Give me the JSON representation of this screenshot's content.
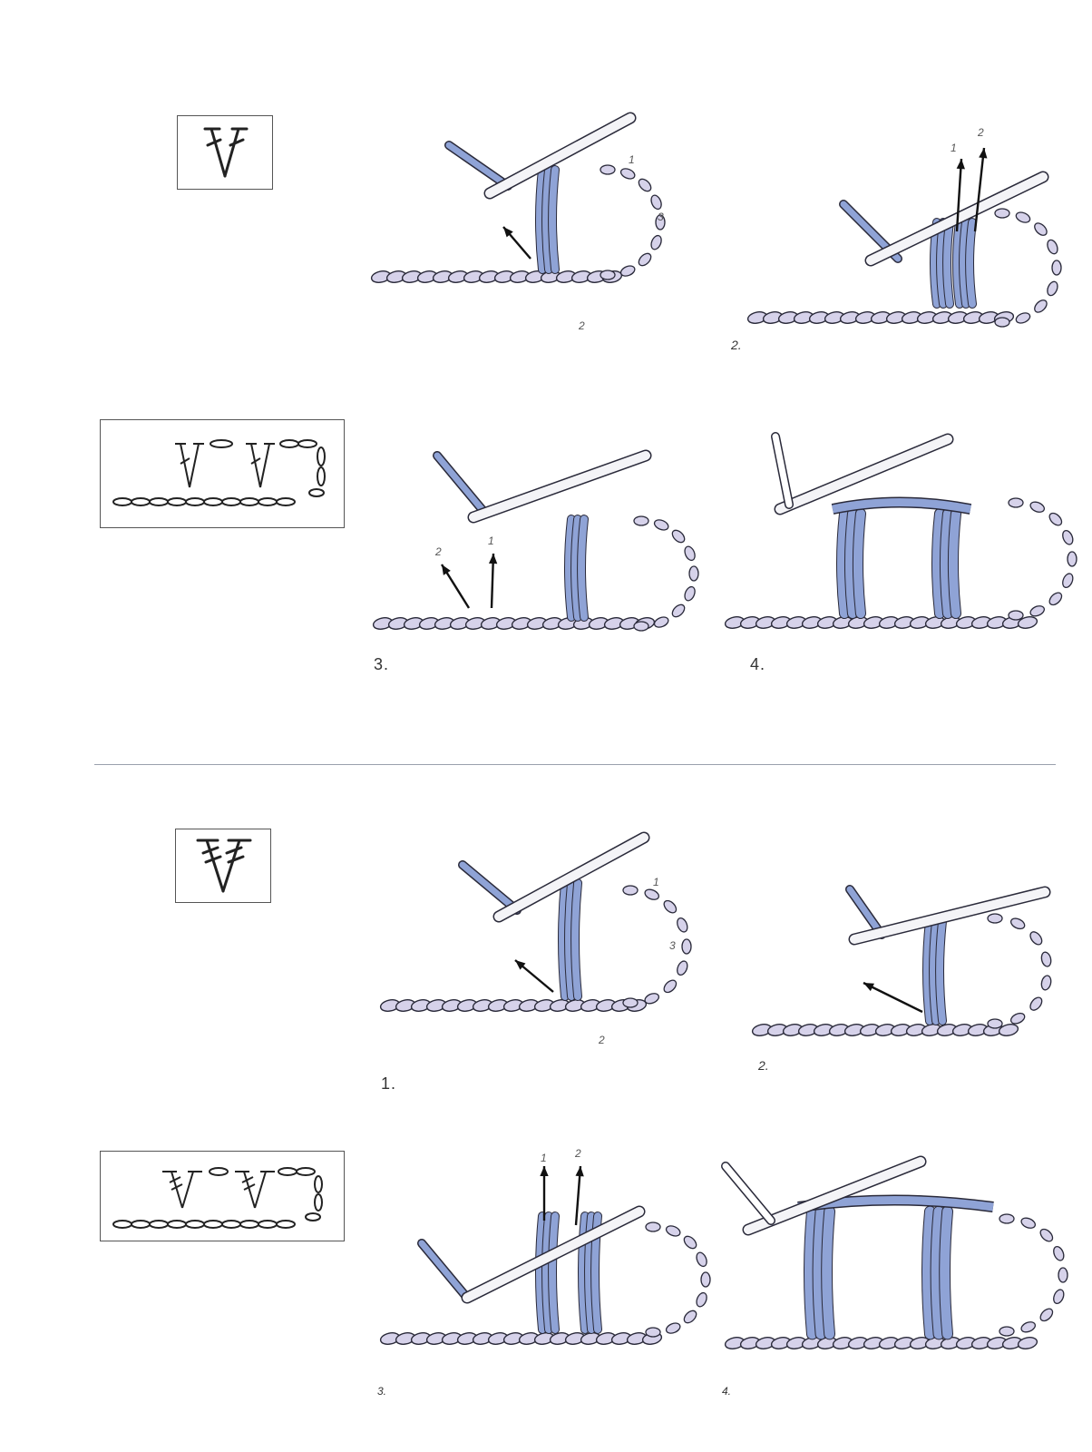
{
  "section_1": {
    "steps": [
      {
        "label": ""
      },
      {
        "label": "2."
      },
      {
        "label": "3."
      },
      {
        "label": "4."
      }
    ],
    "step1_markers": [
      "1",
      "2",
      "3"
    ],
    "step2_markers": [
      "1",
      "2"
    ],
    "step3_markers": [
      "2",
      "1"
    ]
  },
  "section_2": {
    "steps": [
      {
        "label": "1."
      },
      {
        "label": "2."
      },
      {
        "label": "3."
      },
      {
        "label": "4."
      }
    ],
    "step1_markers": [
      "1",
      "2",
      "3"
    ],
    "step3_markers": [
      "1",
      "2"
    ]
  },
  "colors": {
    "blue_yarn": "#8fa3d6",
    "light_yarn": "#d6d2ea",
    "outline": "#2a2a3a",
    "hook": "#f4f4f7"
  }
}
